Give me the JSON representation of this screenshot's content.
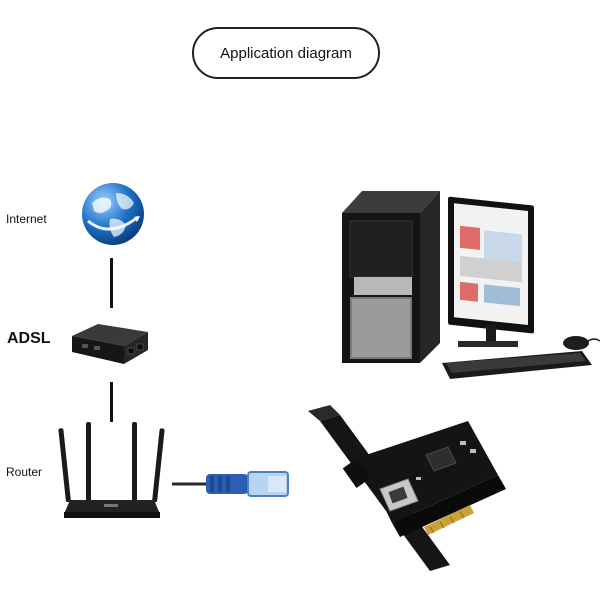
{
  "title": "Application diagram",
  "labels": {
    "internet": "Internet",
    "adsl": "ADSL",
    "router": "Router"
  },
  "icons": [
    "globe-icon",
    "adsl-modem-icon",
    "router-icon",
    "ethernet-cable-icon",
    "pcie-network-card-icon",
    "desktop-computer-icon"
  ],
  "colors": {
    "globe": "#1e73c8",
    "cable": "#2c5fb3",
    "device_dark": "#1c1c1c",
    "board": "#141414"
  }
}
